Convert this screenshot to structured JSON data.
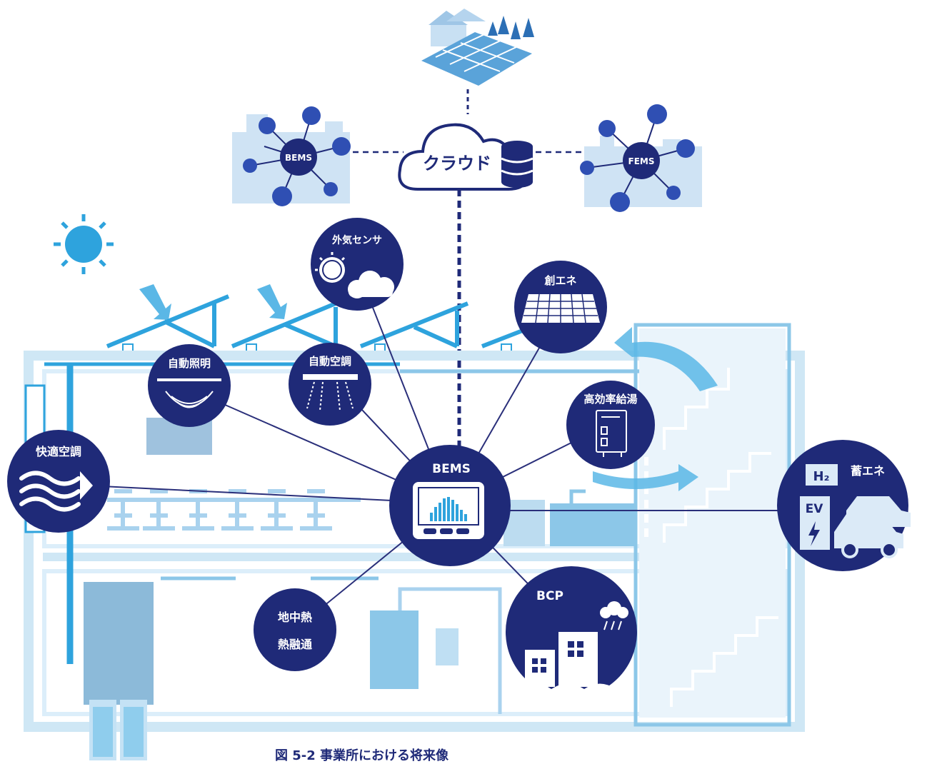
{
  "cloud": {
    "label": "クラウド"
  },
  "bems_top": {
    "label": "BEMS"
  },
  "fems_top": {
    "label": "FEMS"
  },
  "hub": {
    "label": "BEMS"
  },
  "nodes": {
    "outside_sensor": "外気センサ",
    "auto_lighting": "自動照明",
    "auto_aircon": "自動空調",
    "energy_creation": "創エネ",
    "hot_water": "高効率給湯",
    "comfort_aircon": "快適空調",
    "energy_storage": "蓄エネ",
    "geothermal_line1": "地中熱",
    "geothermal_line2": "熱融通",
    "bcp": "BCP"
  },
  "storage_icons": {
    "hydrogen": "H₂",
    "ev": "EV"
  },
  "caption": "図 5-2  事業所における将来像",
  "colors": {
    "navy": "#1f2a78",
    "sky": "#2ea3dd",
    "pale": "#cfe7f5",
    "mid": "#8cc7e8"
  }
}
